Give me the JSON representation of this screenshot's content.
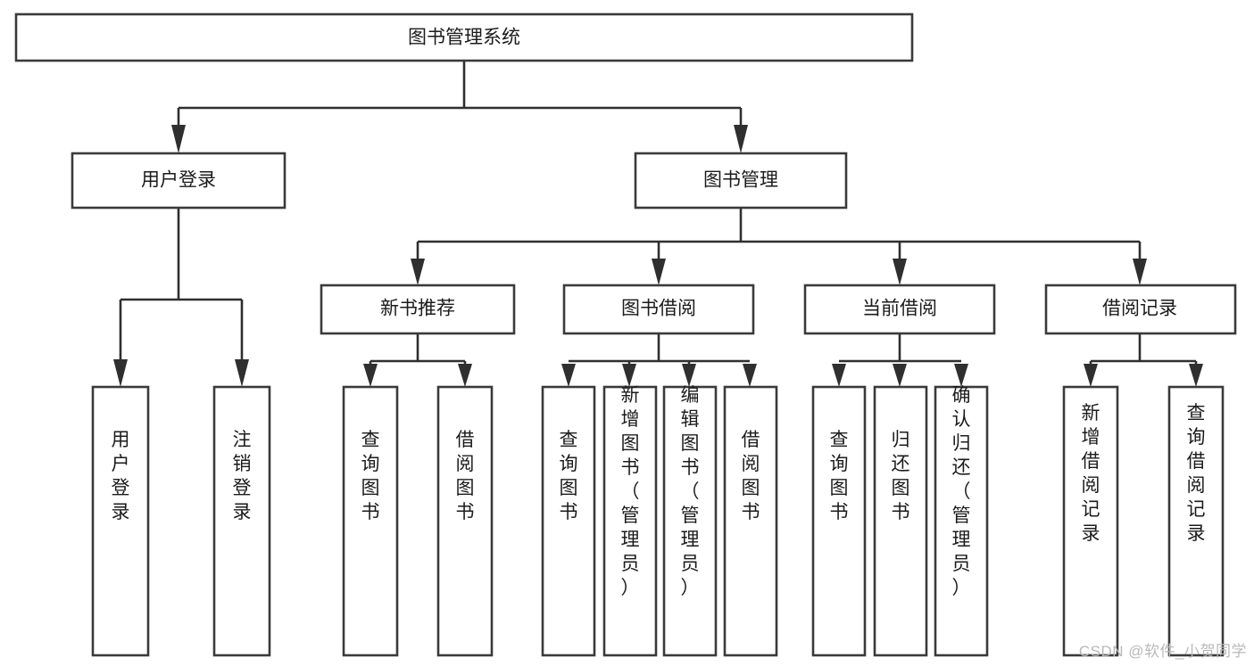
{
  "diagram": {
    "type": "tree-hierarchy-chart",
    "title": "图书管理系统",
    "background_color": "#ffffff",
    "box_border_color": "#3a3a3a",
    "connector_color": "#2f2f2f",
    "text_color": "#1b1b1b",
    "root": {
      "label": "图书管理系统"
    },
    "level2": [
      {
        "label": "用户登录"
      },
      {
        "label": "图书管理"
      }
    ],
    "level3": [
      {
        "label": "新书推荐"
      },
      {
        "label": "图书借阅"
      },
      {
        "label": "当前借阅"
      },
      {
        "label": "借阅记录"
      }
    ],
    "leaves": {
      "user_login": [
        {
          "label": "用户登录"
        },
        {
          "label": "注销登录"
        }
      ],
      "new_book_recommend": [
        {
          "label": "查询图书"
        },
        {
          "label": "借阅图书"
        }
      ],
      "book_borrow": [
        {
          "label": "查询图书"
        },
        {
          "label": "新增图书（管理员）"
        },
        {
          "label": "编辑图书（管理员）"
        },
        {
          "label": "借阅图书"
        }
      ],
      "current_borrow": [
        {
          "label": "查询图书"
        },
        {
          "label": "归还图书"
        },
        {
          "label": "确认归还（管理员）"
        }
      ],
      "borrow_record": [
        {
          "label": "新增借阅记录"
        },
        {
          "label": "查询借阅记录"
        }
      ]
    }
  },
  "watermark": {
    "text": "CSDN @软件_小贺同学"
  }
}
